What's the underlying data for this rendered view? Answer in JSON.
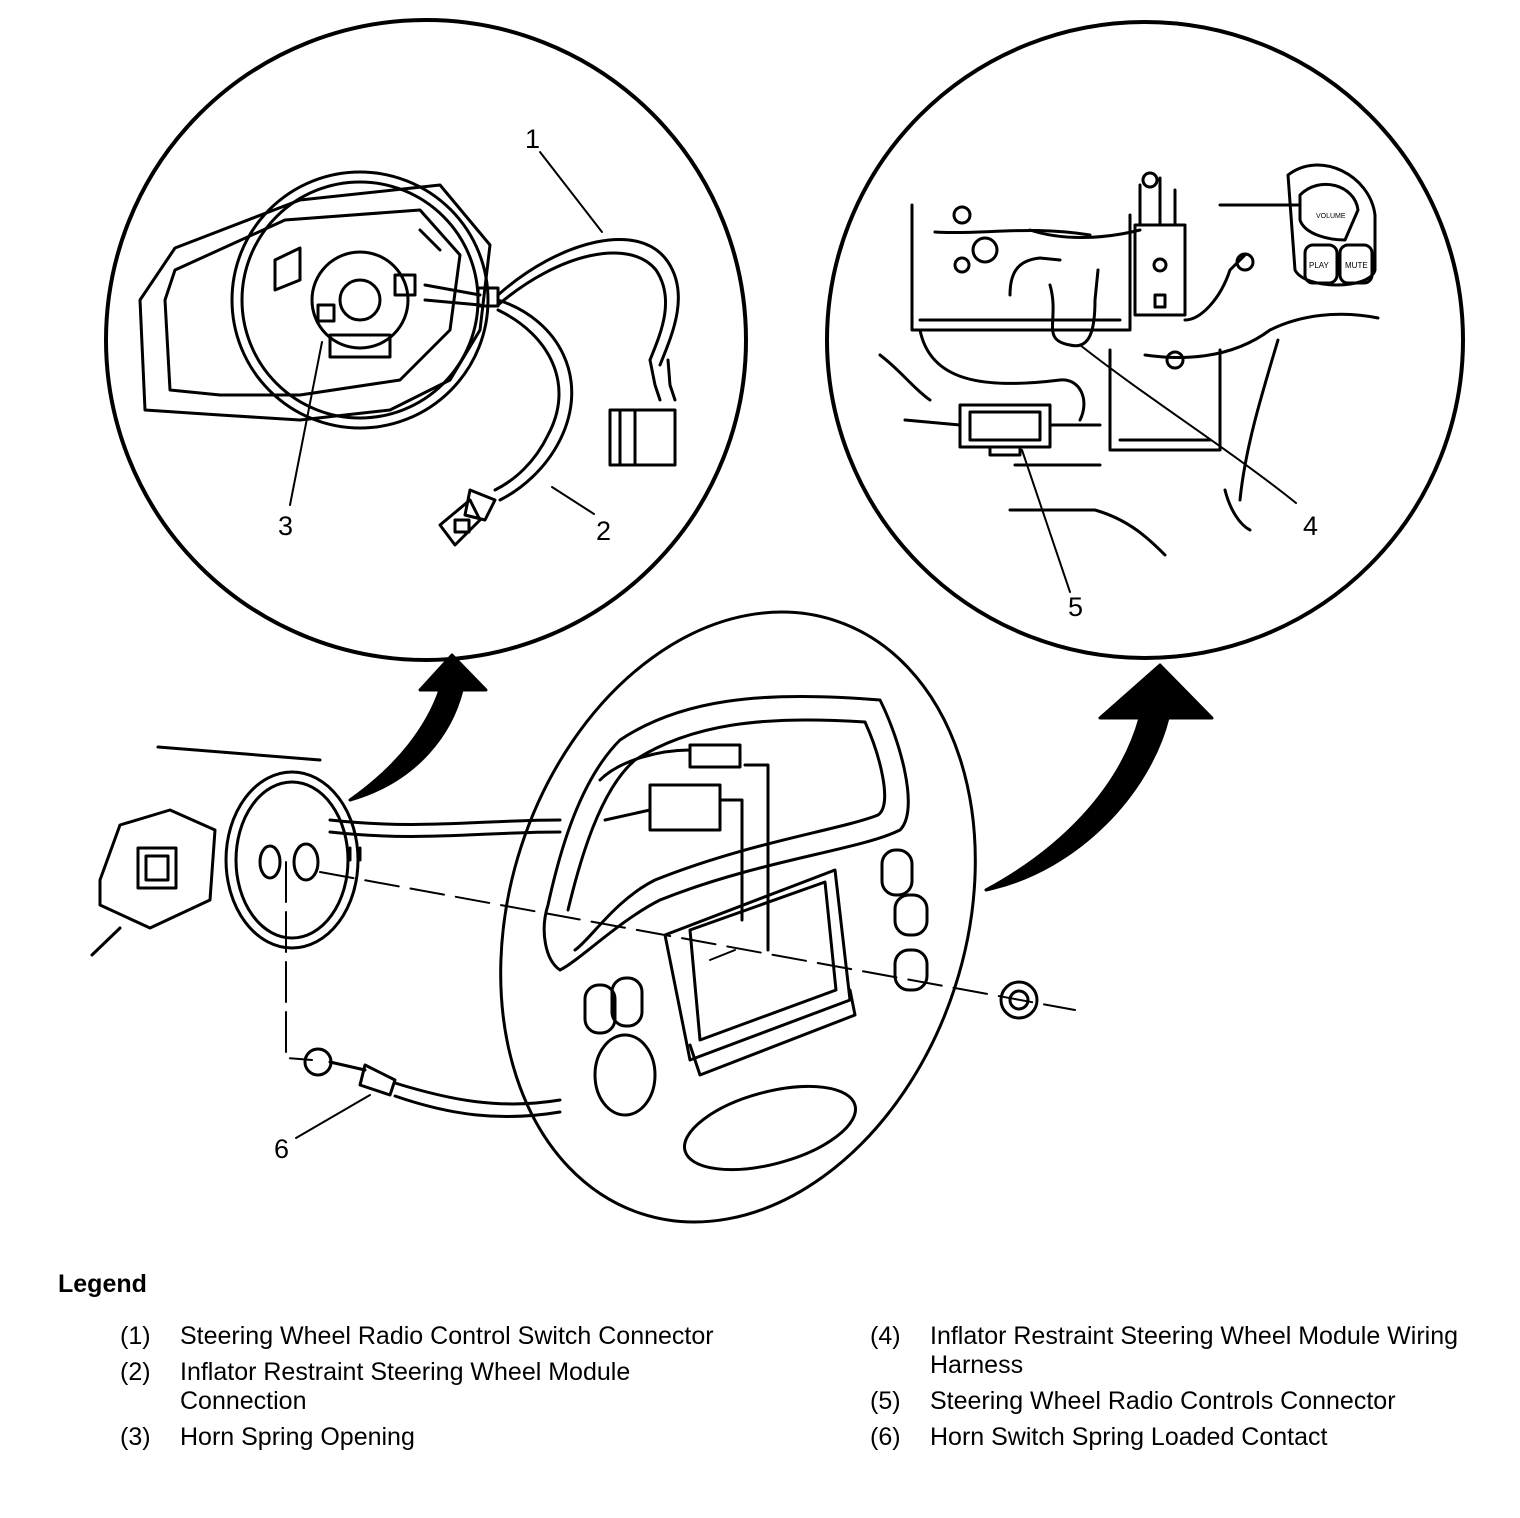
{
  "callouts": [
    "1",
    "2",
    "3",
    "4",
    "5",
    "6"
  ],
  "inset_left": {
    "radio_label_play": "PLAY",
    "radio_label_mute": "MUTE",
    "radio_label_volume": "VOLUME"
  },
  "legend": {
    "title": "Legend",
    "items": [
      {
        "num": "(1)",
        "text": "Steering Wheel Radio Control Switch Connector"
      },
      {
        "num": "(2)",
        "text": "Inflator Restraint Steering Wheel Module Connection"
      },
      {
        "num": "(3)",
        "text": "Horn Spring Opening"
      },
      {
        "num": "(4)",
        "text": "Inflator Restraint Steering Wheel Module Wiring Harness"
      },
      {
        "num": "(5)",
        "text": "Steering Wheel Radio Controls Connector"
      },
      {
        "num": "(6)",
        "text": "Horn Switch Spring Loaded Contact"
      }
    ]
  }
}
